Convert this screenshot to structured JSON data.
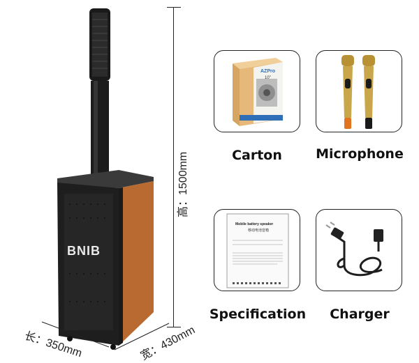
{
  "speaker": {
    "brand_label": "BNIB"
  },
  "dimensions": {
    "height_label": "高：1500mm",
    "length_label": "长：350mm",
    "width_label": "宽：430mm"
  },
  "accessories": [
    {
      "caption": "Carton",
      "box_brand": "AZPro",
      "box_size": "10\""
    },
    {
      "caption": "Microphone"
    },
    {
      "caption": "Specification",
      "doc_title": "Mobile battery speaker",
      "doc_subtitle": "移动电池音箱"
    },
    {
      "caption": "Charger"
    }
  ],
  "colors": {
    "speaker_body": "#1e1e1e",
    "wood_panel": "#b86a30",
    "carton": "#e6b97a",
    "carton_blue": "#2f6fb8",
    "mic_gold": "#c9a649",
    "mic_tip_orange": "#e2731f"
  }
}
